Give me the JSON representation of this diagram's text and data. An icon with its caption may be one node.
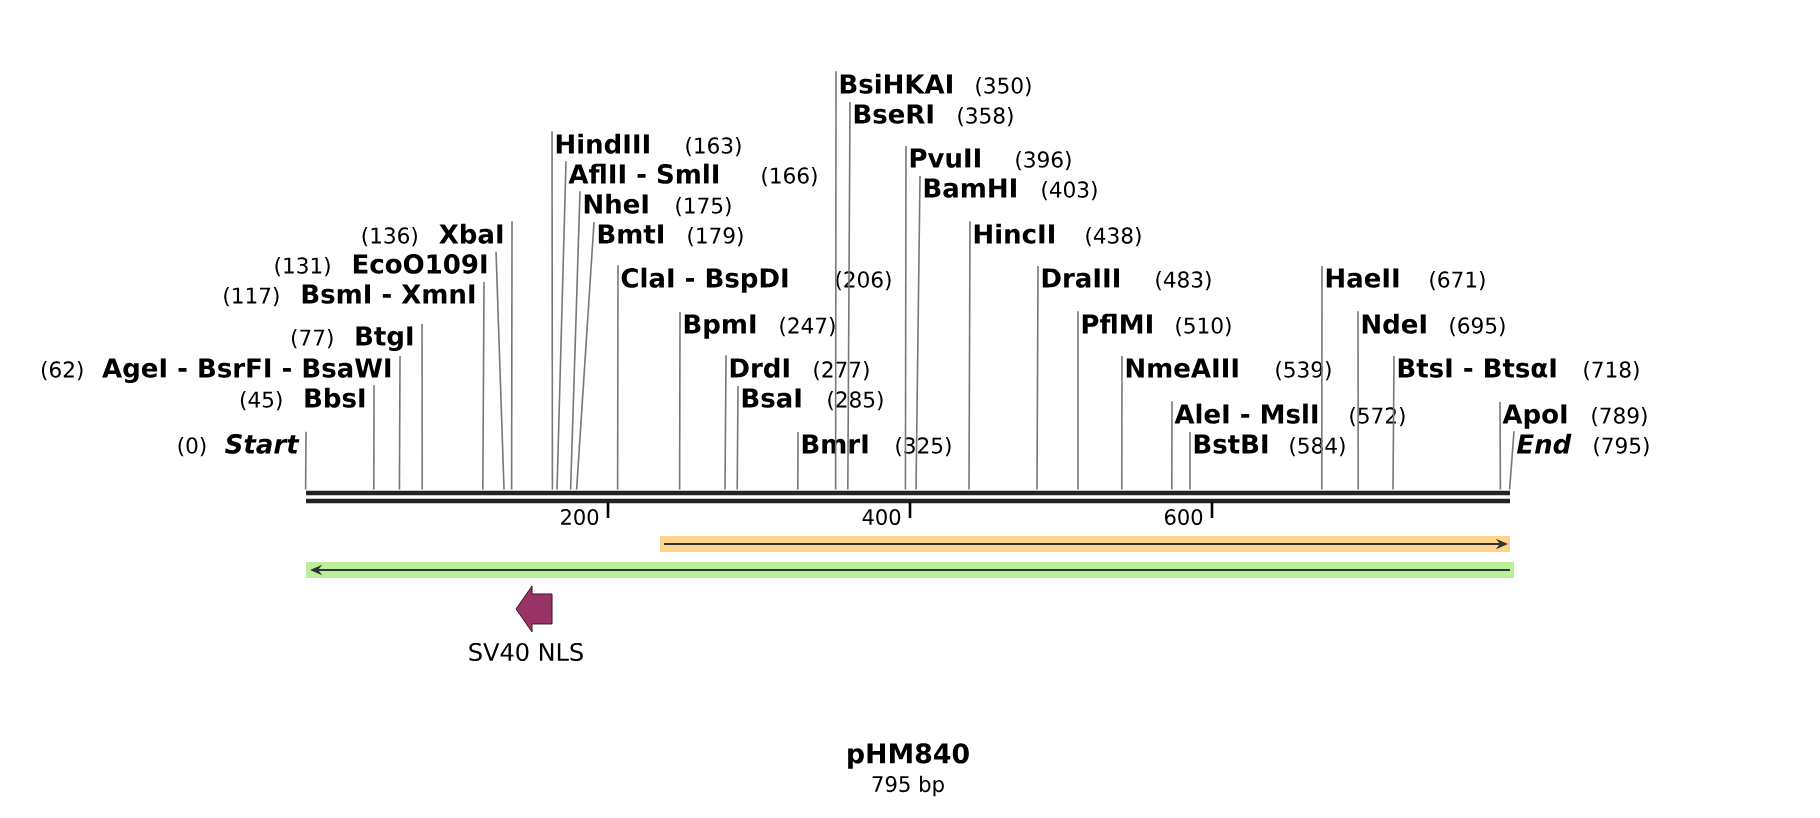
{
  "diagram": {
    "title": "pHM840",
    "caption": "795 bp",
    "nodes": [
      {
        "text": [
          "BsiHKAI",
          "(350)"
        ]
      },
      {
        "text": [
          "BseRI",
          "(358)"
        ]
      },
      {
        "text": [
          "HindIII",
          "(163)"
        ]
      },
      {
        "text": [
          "PvuII",
          "(396)"
        ]
      },
      {
        "text": [
          "AflII - SmlI",
          "(166)"
        ]
      },
      {
        "text": [
          "BamHI",
          "(403)"
        ]
      },
      {
        "text": [
          "NheI",
          "(175)"
        ]
      },
      {
        "text": [
          "(136)",
          "XbaI"
        ]
      },
      {
        "text": [
          "BmtI",
          "(179)"
        ]
      },
      {
        "text": [
          "HincII",
          "(438)"
        ]
      },
      {
        "text": [
          "(131)",
          "EcoO109I"
        ]
      },
      {
        "text": [
          "ClaI - BspDI",
          "(206)"
        ]
      },
      {
        "text": [
          "DraIII",
          "(483)"
        ]
      },
      {
        "text": [
          "HaeII",
          "(671)"
        ]
      },
      {
        "text": [
          "(117)",
          "BsmI - XmnI"
        ]
      },
      {
        "text": [
          "BpmI",
          "(247)"
        ]
      },
      {
        "text": [
          "PflMI",
          "(510)"
        ]
      },
      {
        "text": [
          "NdeI",
          "(695)"
        ]
      },
      {
        "text": [
          "(77)",
          "BtgI"
        ]
      },
      {
        "text": [
          "(62)",
          "AgeI - BsrFI - BsaWI"
        ]
      },
      {
        "text": [
          "DrdI",
          "(277)"
        ]
      },
      {
        "text": [
          "NmeAIII",
          "(539)"
        ]
      },
      {
        "text": [
          "BtsI - BtsαI",
          "(718)"
        ]
      },
      {
        "text": [
          "(45)",
          "BbsI"
        ]
      },
      {
        "text": [
          "BsaI",
          "(285)"
        ]
      },
      {
        "text": [
          "AleI - MslI",
          "(572)"
        ]
      },
      {
        "text": [
          "ApoI",
          "(789)"
        ]
      },
      {
        "text": [
          "(0)",
          "Start"
        ]
      },
      {
        "text": [
          "BmrI",
          "(325)"
        ]
      },
      {
        "text": [
          "BstBI",
          "(584)"
        ]
      },
      {
        "text": [
          "End",
          "(795)"
        ]
      },
      {
        "text": [],
        "shape": "bar"
      },
      {
        "text": [],
        "shape": "bar"
      },
      {
        "text": [],
        "shape": "bar"
      },
      {
        "text": [
          "SV40 NLS"
        ]
      }
    ],
    "edges": [
      {
        "from": 0,
        "to": 31,
        "arrow": "none"
      },
      {
        "from": 1,
        "to": 31,
        "arrow": "none"
      },
      {
        "from": 2,
        "to": 31,
        "arrow": "none"
      },
      {
        "from": 3,
        "to": 31,
        "arrow": "none"
      },
      {
        "from": 4,
        "to": 31,
        "arrow": "none"
      },
      {
        "from": 5,
        "to": 31,
        "arrow": "none"
      },
      {
        "from": 6,
        "to": 31,
        "arrow": "none"
      },
      {
        "from": 7,
        "to": 31,
        "arrow": "none"
      },
      {
        "from": 8,
        "to": 31,
        "arrow": "none"
      },
      {
        "from": 9,
        "to": 31,
        "arrow": "none"
      },
      {
        "from": 10,
        "to": 31,
        "arrow": "none"
      },
      {
        "from": 11,
        "to": 31,
        "arrow": "none"
      },
      {
        "from": 12,
        "to": 31,
        "arrow": "none"
      },
      {
        "from": 13,
        "to": 31,
        "arrow": "none"
      },
      {
        "from": 14,
        "to": 31,
        "arrow": "none"
      },
      {
        "from": 15,
        "to": 31,
        "arrow": "none"
      },
      {
        "from": 16,
        "to": 31,
        "arrow": "none"
      },
      {
        "from": 17,
        "to": 31,
        "arrow": "none"
      },
      {
        "from": 18,
        "to": 31,
        "arrow": "none"
      },
      {
        "from": 19,
        "to": 31,
        "arrow": "none"
      },
      {
        "from": 20,
        "to": 31,
        "arrow": "none"
      },
      {
        "from": 21,
        "to": 31,
        "arrow": "none"
      },
      {
        "from": 22,
        "to": 31,
        "arrow": "none"
      },
      {
        "from": 23,
        "to": 31,
        "arrow": "none"
      },
      {
        "from": 24,
        "to": 31,
        "arrow": "none"
      },
      {
        "from": 25,
        "to": 31,
        "arrow": "none"
      },
      {
        "from": 26,
        "to": 31,
        "arrow": "none"
      },
      {
        "from": 27,
        "to": 31,
        "arrow": "none"
      },
      {
        "from": 28,
        "to": 31,
        "arrow": "none"
      },
      {
        "from": 29,
        "to": 31,
        "arrow": "none"
      },
      {
        "from": 30,
        "to": 31,
        "arrow": "none"
      }
    ],
    "labels": [
      "200",
      "400",
      "600"
    ]
  }
}
